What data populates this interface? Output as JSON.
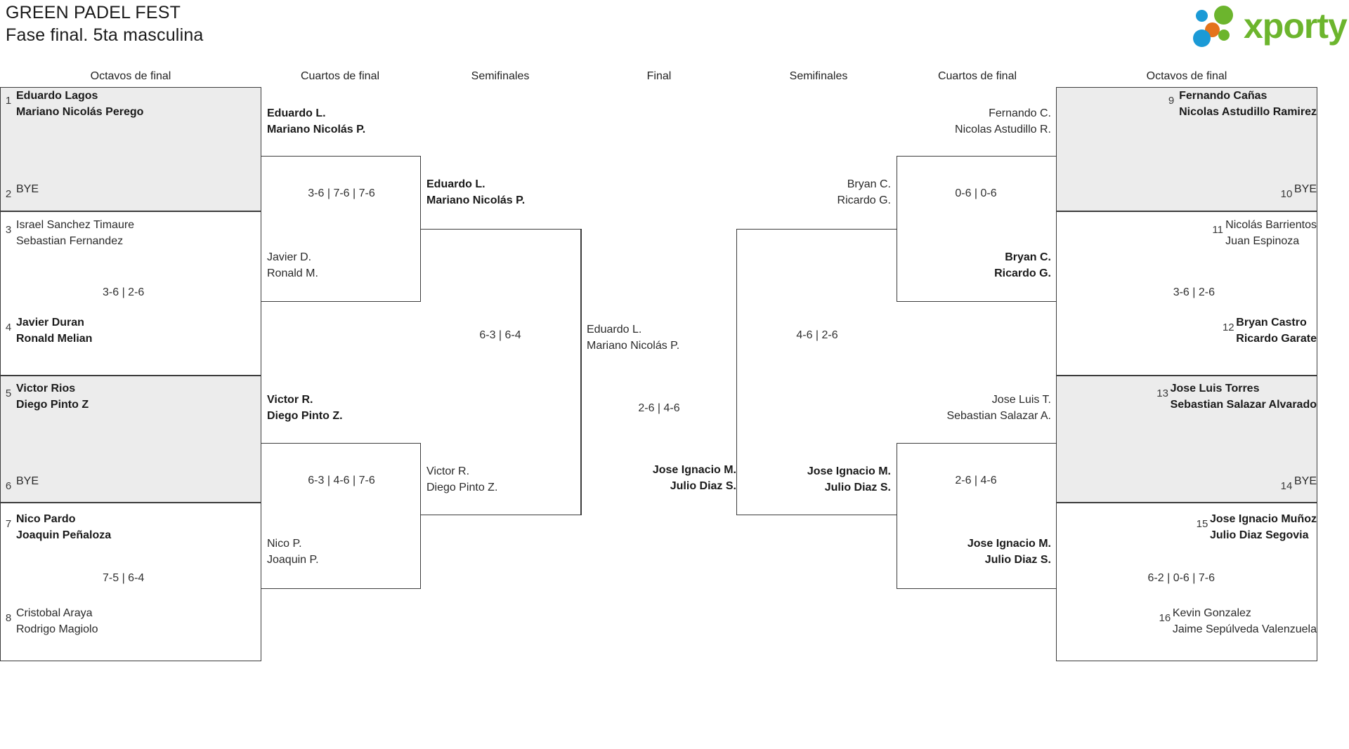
{
  "header": {
    "title": "GREEN PADEL FEST",
    "subtitle": "Fase final. 5ta masculina"
  },
  "logo": {
    "text": "xporty",
    "colors": {
      "green": "#6cb52d",
      "blue": "#1b9ad6",
      "orange": "#e4731b"
    }
  },
  "round_labels": {
    "left_r16": "Octavos de final",
    "left_qf": "Cuartos de final",
    "left_sf": "Semifinales",
    "final": "Final",
    "right_sf": "Semifinales",
    "right_qf": "Cuartos de final",
    "right_r16": "Octavos de final"
  },
  "bracket": {
    "left": {
      "r16": [
        {
          "seed_top": "1",
          "top": "Eduardo Lagos\nMariano Nicolás Perego",
          "top_win": true,
          "seed_bot": "2",
          "bottom": "BYE",
          "bot_win": false,
          "score": "",
          "bye": true
        },
        {
          "seed_top": "3",
          "top": "Israel Sanchez Timaure\nSebastian Fernandez",
          "top_win": false,
          "seed_bot": "4",
          "bottom": "Javier Duran\nRonald Melian",
          "bot_win": true,
          "score": "3-6 | 2-6",
          "bye": false
        },
        {
          "seed_top": "5",
          "top": "Victor Rios\nDiego Pinto Z",
          "top_win": true,
          "seed_bot": "6",
          "bottom": "BYE",
          "bot_win": false,
          "score": "",
          "bye": true
        },
        {
          "seed_top": "7",
          "top": "Nico Pardo\nJoaquin Peñaloza",
          "top_win": true,
          "seed_bot": "8",
          "bottom": "Cristobal Araya\nRodrigo Magiolo",
          "bot_win": false,
          "score": "7-5 | 6-4",
          "bye": false
        }
      ],
      "qf": [
        {
          "top": "Eduardo L.\nMariano Nicolás P.",
          "top_win": true,
          "bottom": "Javier D.\nRonald M.",
          "bot_win": false,
          "score": "3-6 | 7-6 | 7-6"
        },
        {
          "top": "Victor R.\nDiego Pinto Z.",
          "top_win": true,
          "bottom": "Nico P.\nJoaquin P.",
          "bot_win": false,
          "score": "6-3 | 4-6 | 7-6"
        }
      ],
      "sf": [
        {
          "top": "Eduardo L.\nMariano Nicolás P.",
          "top_win": true,
          "bottom": "Victor R.\nDiego Pinto Z.",
          "bot_win": false,
          "score": "6-3 | 6-4"
        }
      ]
    },
    "final": {
      "top": "Eduardo L.\nMariano Nicolás P.",
      "top_win": false,
      "bottom": "Jose Ignacio M.\nJulio Diaz S.",
      "bot_win": true,
      "score": "2-6 | 4-6"
    },
    "right": {
      "sf": [
        {
          "top": "Bryan C.\nRicardo G.",
          "top_win": false,
          "bottom": "Jose Ignacio M.\nJulio Diaz S.",
          "bot_win": true,
          "score": "4-6 | 2-6"
        }
      ],
      "qf": [
        {
          "top": "Fernando C.\nNicolas Astudillo R.",
          "top_win": false,
          "bottom": "Bryan C.\nRicardo G.",
          "bot_win": true,
          "score": "0-6 | 0-6"
        },
        {
          "top": "Jose Luis T.\nSebastian Salazar A.",
          "top_win": false,
          "bottom": "Jose Ignacio M.\nJulio Diaz S.",
          "bot_win": true,
          "score": "2-6 | 4-6"
        }
      ],
      "r16": [
        {
          "seed_top": "9",
          "top": "Fernando Cañas\nNicolas Astudillo Ramirez",
          "top_win": true,
          "seed_bot": "10",
          "bottom": "BYE",
          "bot_win": false,
          "score": "",
          "bye": true
        },
        {
          "seed_top": "11",
          "top": "Nicolás Barrientos\nJuan Espinoza",
          "top_win": false,
          "seed_bot": "12",
          "bottom": "Bryan Castro\nRicardo Garate",
          "bot_win": true,
          "score": "3-6 | 2-6",
          "bye": false
        },
        {
          "seed_top": "13",
          "top": "Jose Luis Torres\nSebastian Salazar Alvarado",
          "top_win": true,
          "seed_bot": "14",
          "bottom": "BYE",
          "bot_win": false,
          "score": "",
          "bye": true
        },
        {
          "seed_top": "15",
          "top": "Jose Ignacio Muñoz\nJulio Diaz Segovia",
          "top_win": true,
          "seed_bot": "16",
          "bottom": "Kevin Gonzalez\nJaime Sepúlveda Valenzuela",
          "bot_win": false,
          "score": "6-2 | 0-6 | 7-6",
          "bye": false
        }
      ]
    }
  }
}
